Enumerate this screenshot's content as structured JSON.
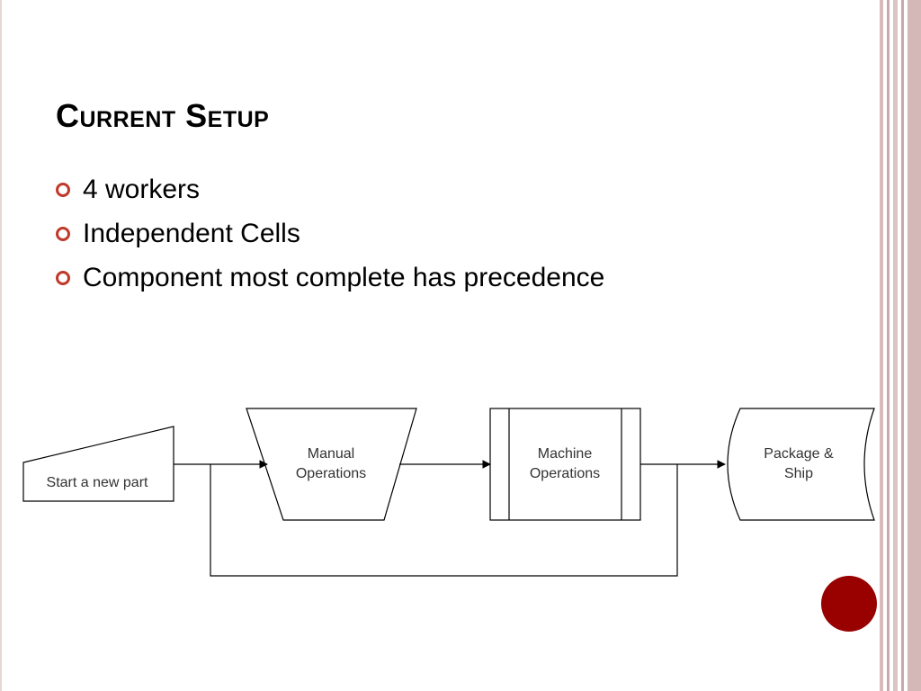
{
  "title": "Current Setup",
  "bullets": [
    {
      "text": "4 workers"
    },
    {
      "text": "Independent Cells"
    },
    {
      "text": "Component most complete has precedence"
    }
  ],
  "diagram": {
    "start_label": "Start a new part",
    "manual_label_1": "Manual",
    "manual_label_2": "Operations",
    "machine_label_1": "Machine",
    "machine_label_2": "Operations",
    "package_label_1": "Package &",
    "package_label_2": "Ship"
  },
  "colors": {
    "accent": "#990000",
    "bullet": "#c0392b",
    "border": "#c9a9a9"
  }
}
